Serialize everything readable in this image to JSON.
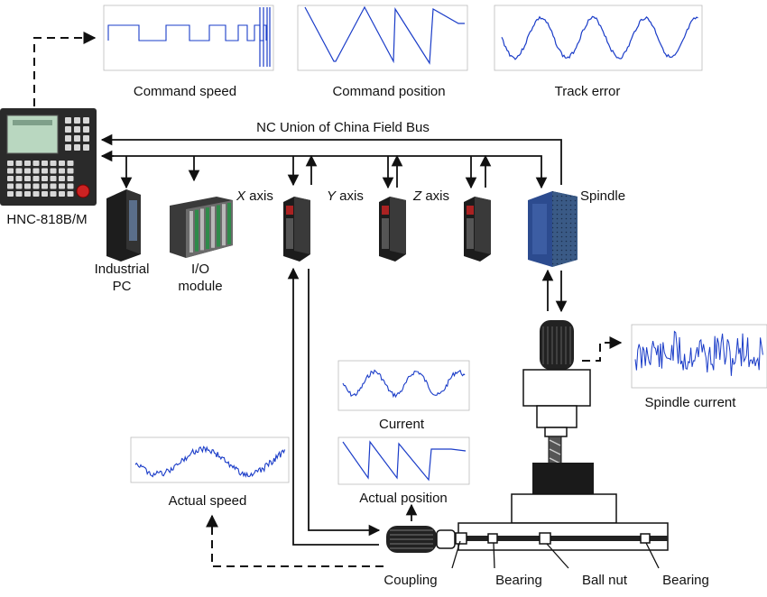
{
  "labels": {
    "command_speed": "Command speed",
    "command_position": "Command position",
    "track_error": "Track error",
    "field_bus": "NC Union of China Field Bus",
    "hnc": "HNC-818B/M",
    "industrial_pc_1": "Industrial",
    "industrial_pc_2": "PC",
    "io_module_1": "I/O",
    "io_module_2": "module",
    "x_axis_letter": "X",
    "y_axis_letter": "Y",
    "z_axis_letter": "Z",
    "axis_word": " axis",
    "spindle": "Spindle",
    "spindle_current": "Spindle current",
    "current": "Current",
    "actual_speed": "Actual speed",
    "actual_position": "Actual position",
    "coupling": "Coupling",
    "bearing_left": "Bearing",
    "ball_nut": "Ball nut",
    "bearing_right": "Bearing"
  },
  "colors": {
    "signal": "#1a3cc8",
    "line": "#111111",
    "panel": "#2a2a2a",
    "screen": "#b9d7c0",
    "spindle_drive": "#2c4b8f"
  },
  "icons": [
    "cnc-controller-icon",
    "industrial-pc-icon",
    "io-module-icon",
    "servo-drive-icon",
    "spindle-drive-icon",
    "spindle-motor-icon",
    "servo-motor-icon"
  ]
}
